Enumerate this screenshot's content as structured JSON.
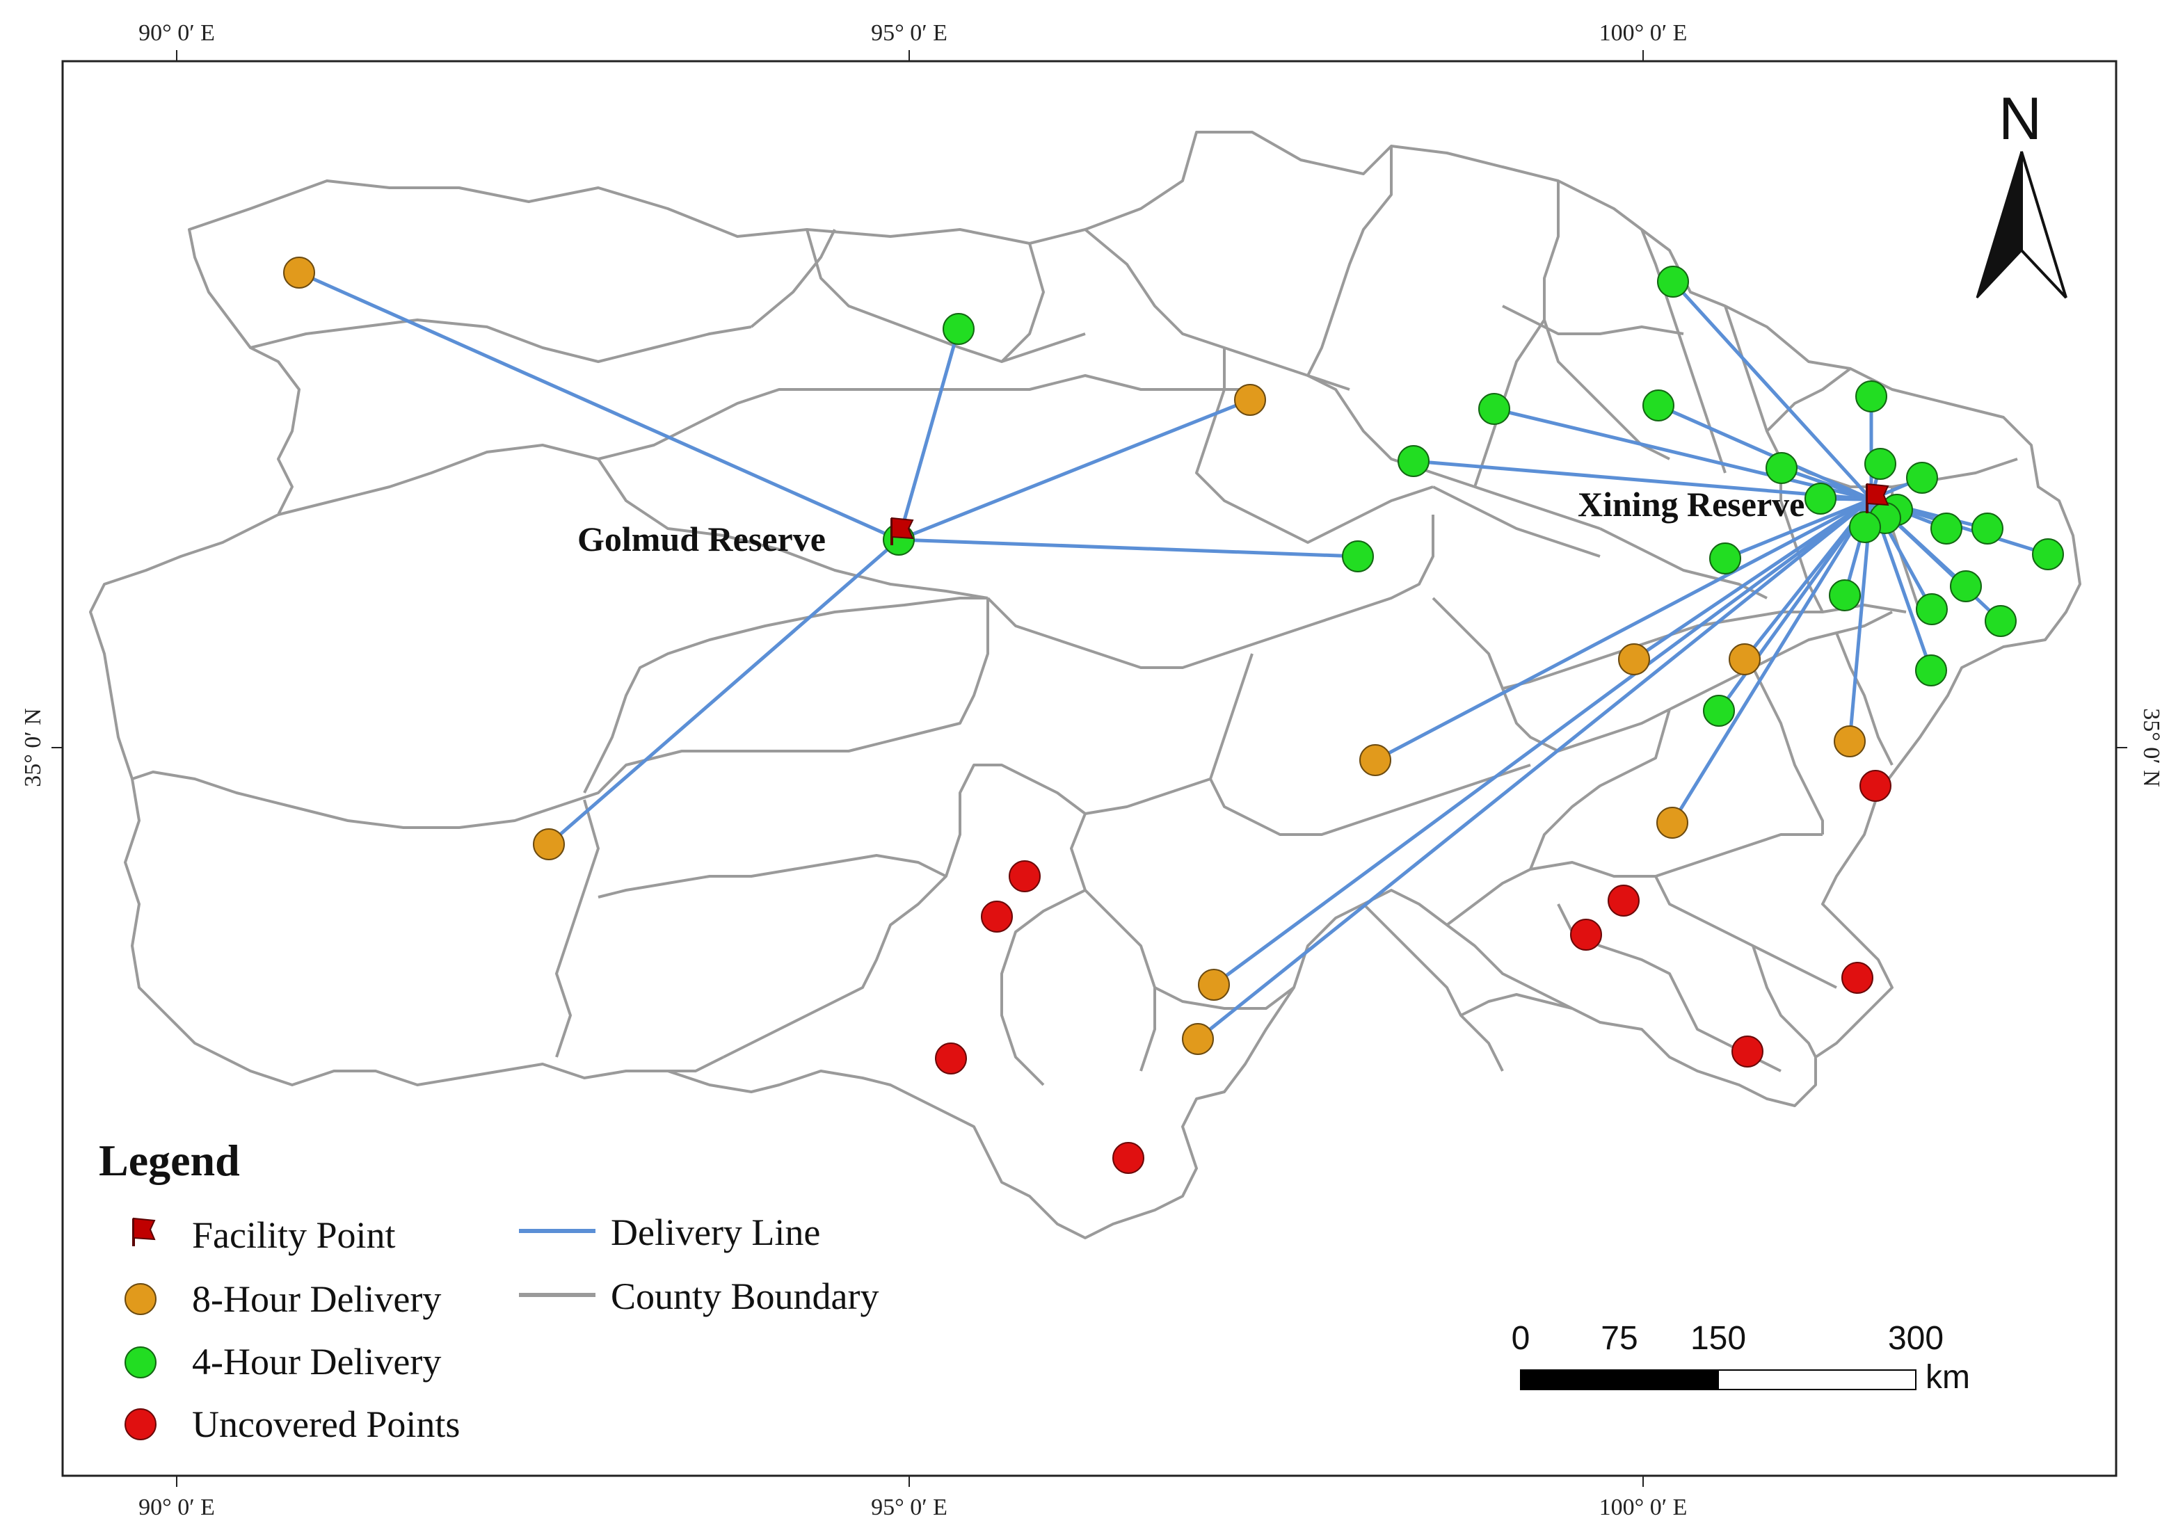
{
  "map": {
    "graticule": {
      "top": [
        "90° 0′ E",
        "95° 0′ E",
        "100° 0′ E"
      ],
      "bottom": [
        "90° 0′ E",
        "95° 0′ E",
        "100° 0′ E"
      ],
      "left": "35° 0′ N",
      "right": "35° 0′ N"
    },
    "north_arrow": "N",
    "facilities": [
      {
        "label": "Golmud Reserve"
      },
      {
        "label": "Xining Reserve"
      }
    ],
    "legend": {
      "title": "Legend",
      "items": [
        {
          "label": "Facility Point",
          "symbol": "flag-icon",
          "color": "#c00000"
        },
        {
          "label": "8-Hour Delivery",
          "symbol": "circle",
          "color": "#e19a1c"
        },
        {
          "label": "4-Hour Delivery",
          "symbol": "circle",
          "color": "#22dd22"
        },
        {
          "label": "Uncovered Points",
          "symbol": "circle",
          "color": "#e01010"
        },
        {
          "label": "Delivery Line",
          "symbol": "line",
          "color": "#5b8fd6"
        },
        {
          "label": "County Boundary",
          "symbol": "line",
          "color": "#999999"
        }
      ]
    },
    "scale_bar": {
      "ticks": [
        "0",
        "75",
        "150",
        "300"
      ],
      "unit": "km"
    },
    "colors": {
      "eight_hour": "#e19a1c",
      "four_hour": "#22dd22",
      "uncovered": "#e01010",
      "facility": "#c00000",
      "delivery_line": "#5b8fd6",
      "boundary": "#9a9a9a"
    }
  }
}
